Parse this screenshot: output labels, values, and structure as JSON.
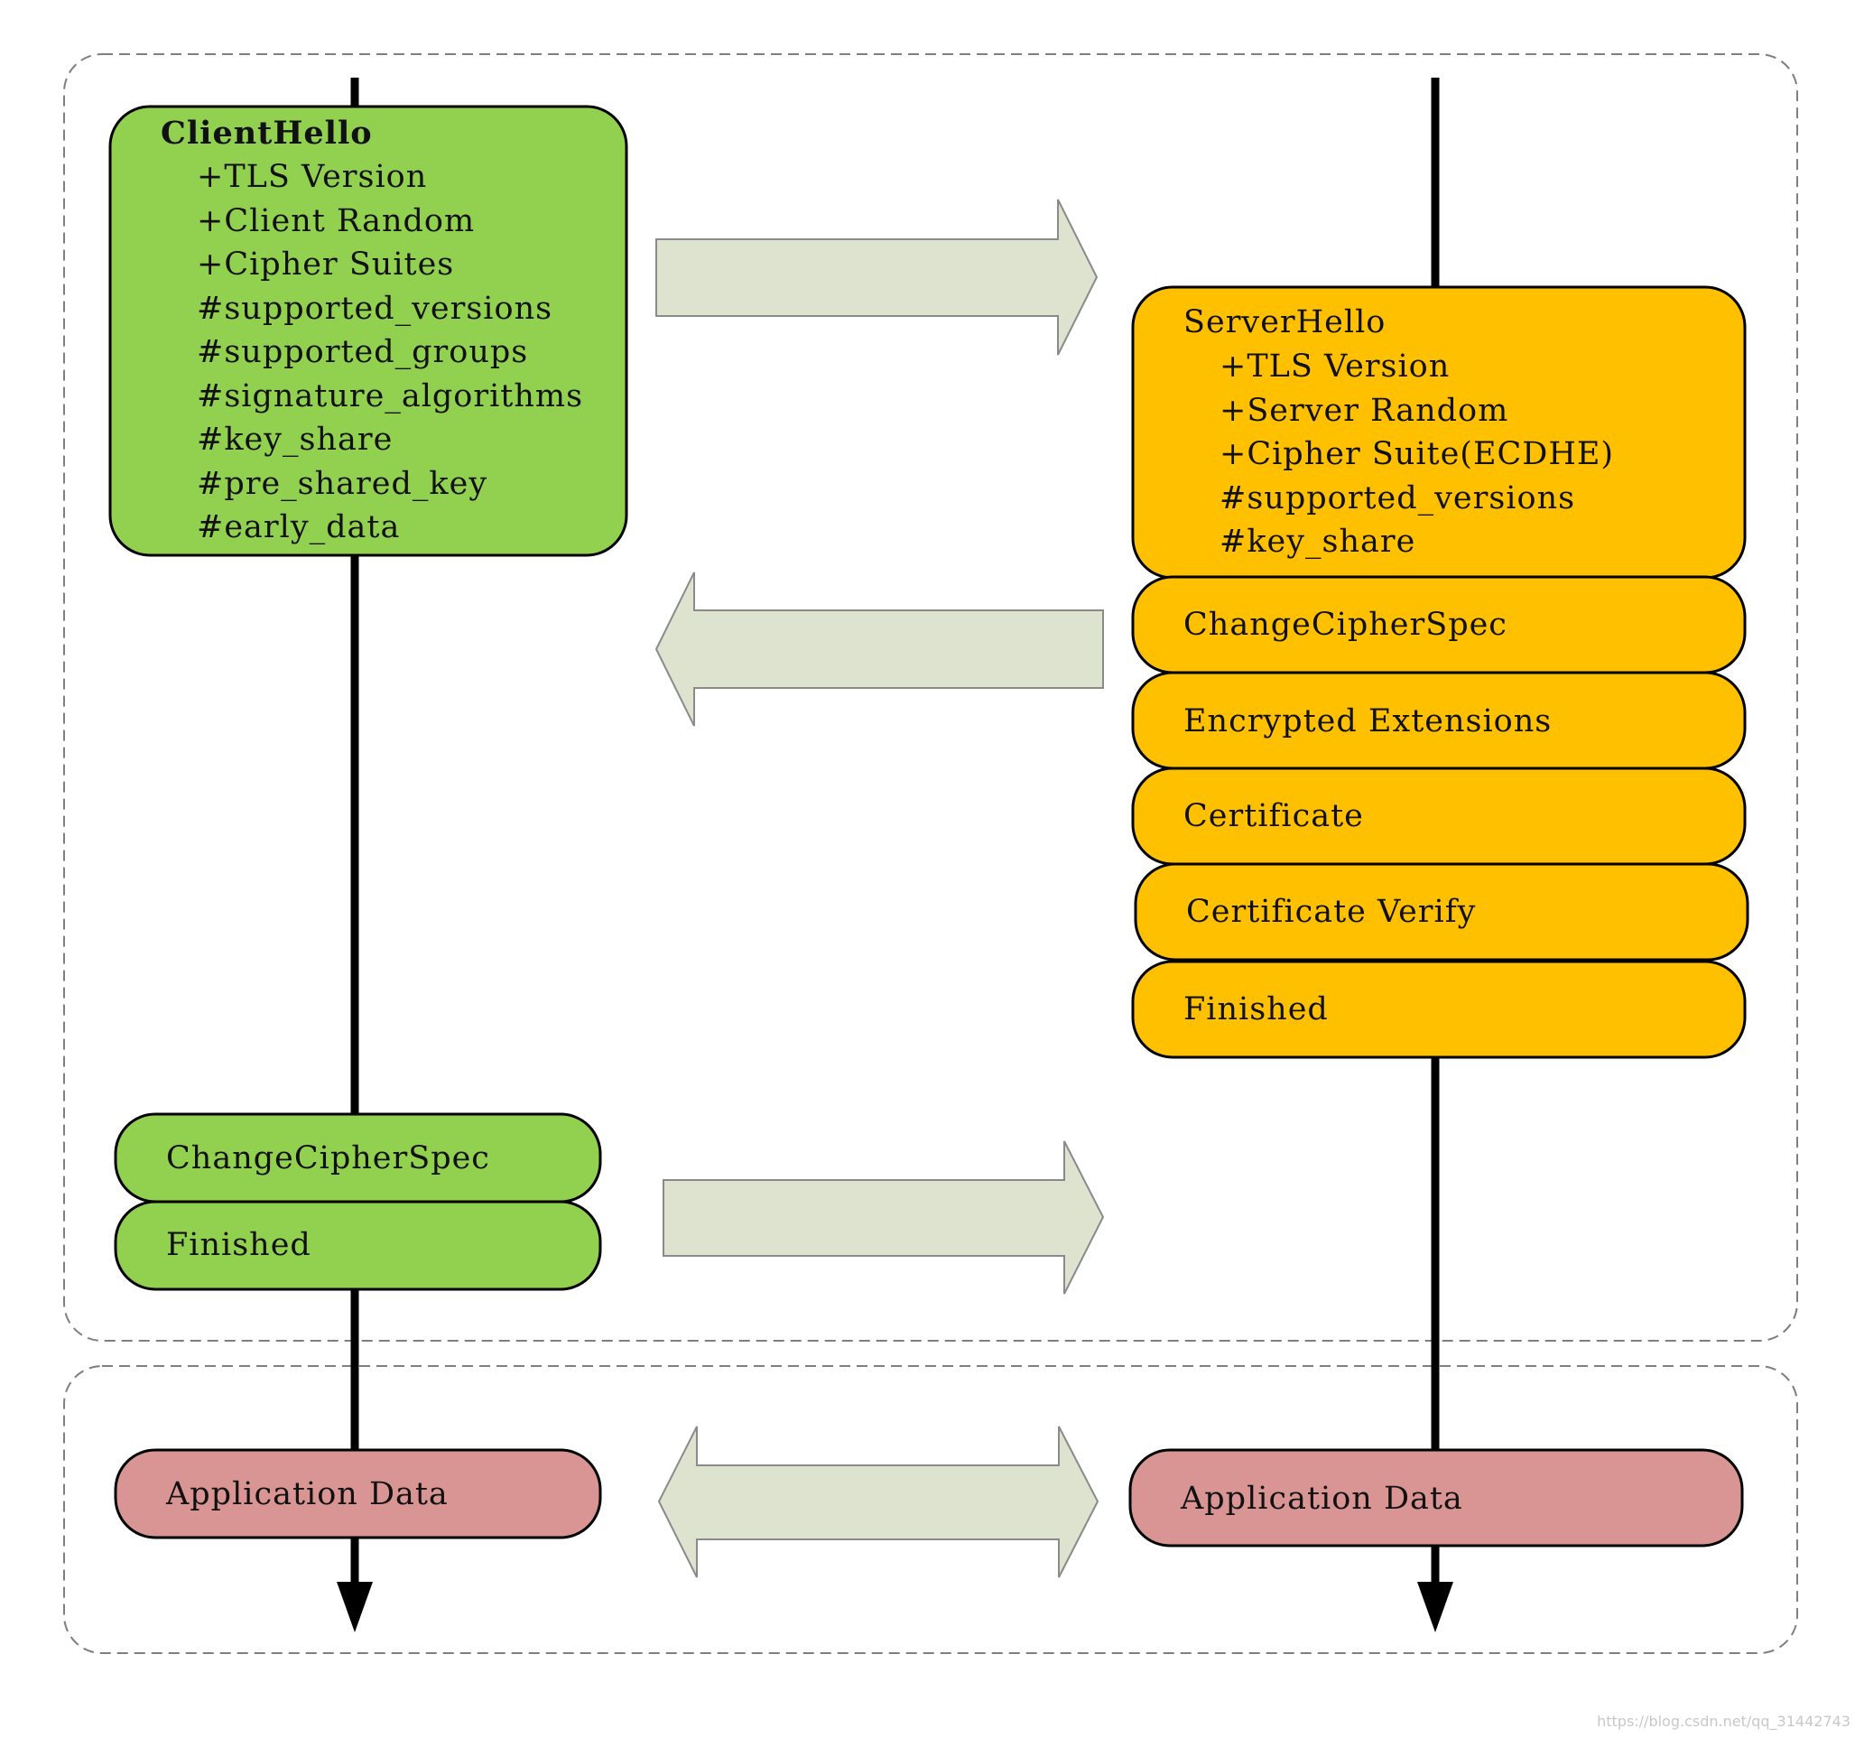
{
  "client_hello": {
    "title": "ClientHello",
    "lines": [
      "+TLS Version",
      "+Client Random",
      "+Cipher Suites",
      "#supported_versions",
      "#supported_groups",
      "#signature_algorithms",
      "#key_share",
      "#pre_shared_key",
      "#early_data"
    ]
  },
  "server_hello": {
    "title": "ServerHello",
    "lines": [
      "+TLS Version",
      "+Server Random",
      "+Cipher Suite(ECDHE)",
      "#supported_versions",
      "#key_share"
    ]
  },
  "server_messages": [
    "ChangeCipherSpec",
    "Encrypted Extensions",
    "Certificate",
    "Certificate Verify",
    "Finished"
  ],
  "client_messages": [
    "ChangeCipherSpec",
    "Finished"
  ],
  "application_data": {
    "client": "Application Data",
    "server": "Application Data"
  },
  "watermark": "https://blog.csdn.net/qq_31442743",
  "colors": {
    "client_box": "#92d050",
    "server_box": "#ffc000",
    "app_data_box": "#d99594",
    "arrow_fill": "#dde3cf",
    "lifeline": "#000000",
    "phase_border": "#7f7f7f"
  }
}
